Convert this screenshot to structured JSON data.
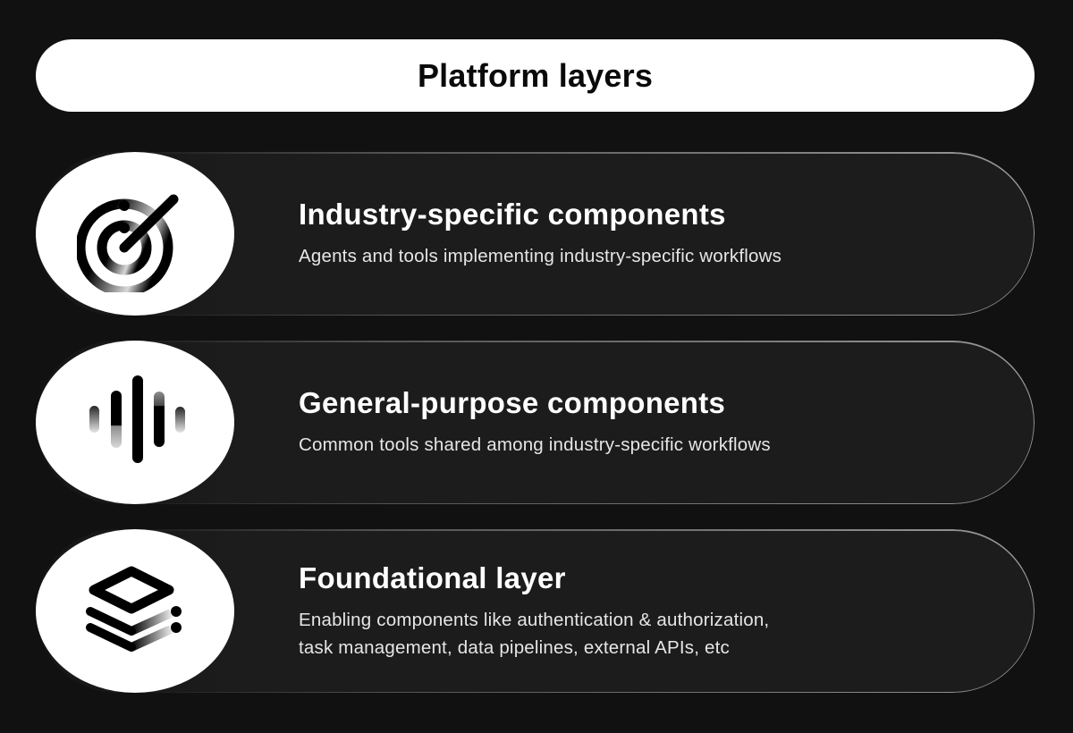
{
  "header": {
    "title": "Platform layers"
  },
  "layers": [
    {
      "title": "Industry-specific components",
      "description_lines": [
        "Agents and tools implementing industry-specific workflows"
      ],
      "icon": "target-icon"
    },
    {
      "title": "General-purpose components",
      "description_lines": [
        "Common tools shared among industry-specific workflows"
      ],
      "icon": "sound-wave-icon"
    },
    {
      "title": "Foundational layer",
      "description_lines": [
        "Enabling components like authentication & authorization,",
        "task management, data pipelines, external APIs, etc"
      ],
      "icon": "layers-stack-icon"
    }
  ],
  "colors": {
    "background": "#111111",
    "card": "#1c1c1c",
    "pill": "#ffffff",
    "text": "#ffffff",
    "icon": "#000000"
  }
}
